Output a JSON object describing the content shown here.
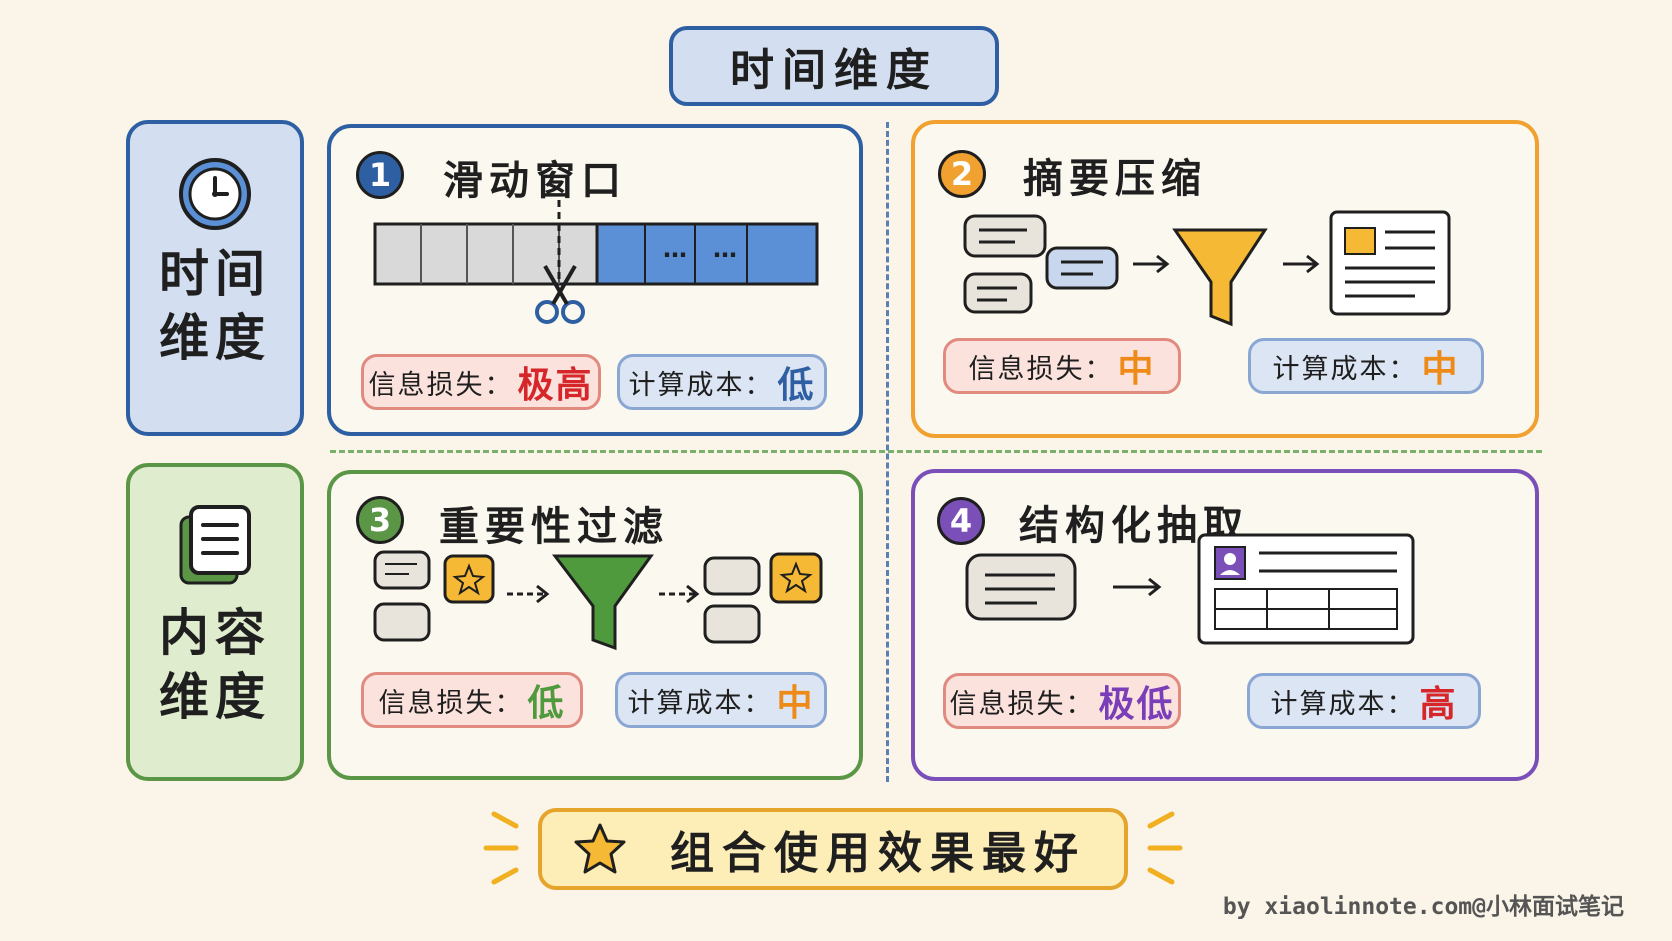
{
  "header": {
    "title": "时间维度"
  },
  "dimensions": {
    "time": {
      "label": "时间维度",
      "icon": "clock-icon"
    },
    "content": {
      "label": "内容维度",
      "icon": "document-icon"
    }
  },
  "cards": [
    {
      "number": "1",
      "title": "滑动窗口",
      "loss_label": "信息损失：",
      "loss_value": "极高",
      "cost_label": "计算成本：",
      "cost_value": "低",
      "accent": "#2f5fa3"
    },
    {
      "number": "2",
      "title": "摘要压缩",
      "loss_label": "信息损失：",
      "loss_value": "中",
      "cost_label": "计算成本：",
      "cost_value": "中",
      "accent": "#f0a130"
    },
    {
      "number": "3",
      "title": "重要性过滤",
      "loss_label": "信息损失：",
      "loss_value": "低",
      "cost_label": "计算成本：",
      "cost_value": "中",
      "accent": "#5b9647"
    },
    {
      "number": "4",
      "title": "结构化抽取",
      "loss_label": "信息损失：",
      "loss_value": "极低",
      "cost_label": "计算成本：",
      "cost_value": "高",
      "accent": "#7a4fb8"
    }
  ],
  "window_bar": {
    "ellipsis": "…"
  },
  "summary": {
    "text": "组合使用效果最好",
    "icon": "star-icon"
  },
  "credit": "by xiaolinnote.com@小林面试笔记",
  "colors": {
    "value_red": "#d6262a",
    "value_blue": "#2f5fa3",
    "value_orange": "#ee8a17",
    "value_green": "#4f9a3d",
    "value_purple": "#7a3fb8"
  }
}
